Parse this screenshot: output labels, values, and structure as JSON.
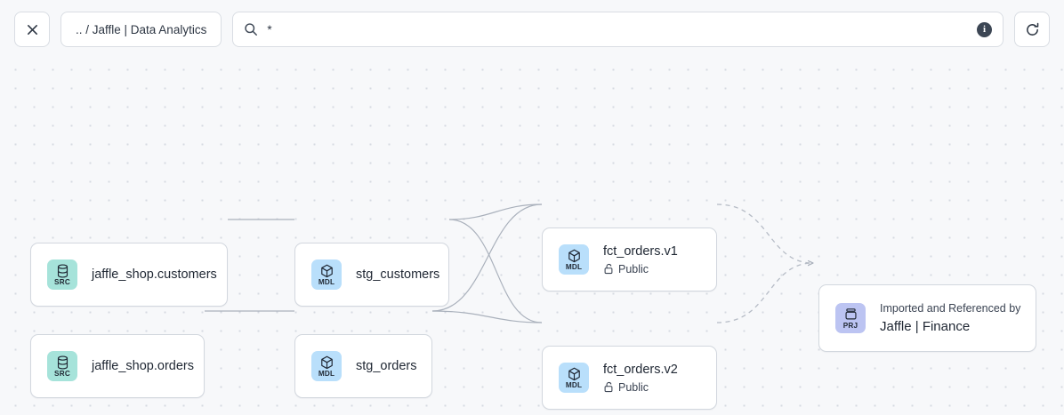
{
  "toolbar": {
    "close_button": {
      "name": "close",
      "icon": "close-icon",
      "label": "✕"
    },
    "breadcrumb": {
      "label": ".. / Jaffle | Data Analytics"
    },
    "search": {
      "value": "*",
      "placeholder": "Search",
      "icon": "search-icon"
    },
    "info": {
      "label": "i",
      "title": "Information"
    },
    "refresh": {
      "name": "refresh",
      "icon": "refresh-icon",
      "title": "Refresh"
    }
  },
  "canvas": {
    "background": "#f7f8fa",
    "dot_color": "#d6dae1",
    "edge_color": "#a8afba",
    "nodes": [
      {
        "id": "src-customers",
        "badge": "SRC",
        "badge_color": "#a6e3da",
        "icon": "database-icon",
        "title": "jaffle_shop.customers"
      },
      {
        "id": "src-orders",
        "badge": "SRC",
        "badge_color": "#a6e3da",
        "icon": "database-icon",
        "title": "jaffle_shop.orders"
      },
      {
        "id": "stg-customers",
        "badge": "MDL",
        "badge_color": "#b9dffb",
        "icon": "cube-icon",
        "title": "stg_customers"
      },
      {
        "id": "stg-orders",
        "badge": "MDL",
        "badge_color": "#b9dffb",
        "icon": "cube-icon",
        "title": "stg_orders"
      },
      {
        "id": "fct-orders-v1",
        "badge": "MDL",
        "badge_color": "#b9dffb",
        "icon": "cube-icon",
        "title": "fct_orders.v1",
        "access_icon": "unlock-icon",
        "access": "Public"
      },
      {
        "id": "fct-orders-v2",
        "badge": "MDL",
        "badge_color": "#b9dffb",
        "icon": "cube-icon",
        "title": "fct_orders.v2",
        "access_icon": "unlock-icon",
        "access": "Public"
      },
      {
        "id": "prj-finance",
        "badge": "PRJ",
        "badge_color": "#bcc4f2",
        "icon": "project-icon",
        "kicker": "Imported and Referenced by",
        "title": "Jaffle | Finance"
      }
    ]
  }
}
